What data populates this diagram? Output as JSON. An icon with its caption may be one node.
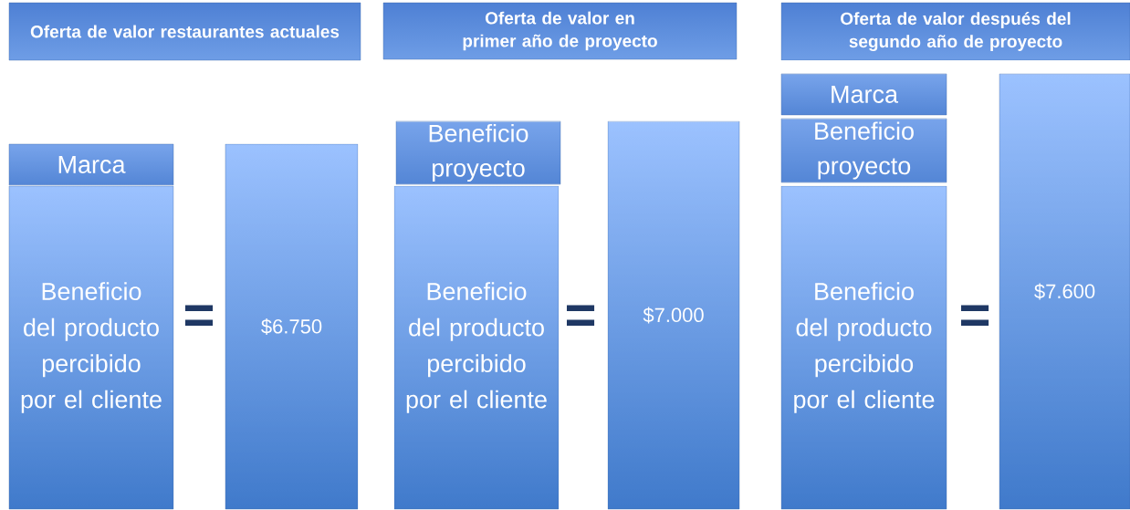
{
  "diagram": {
    "nodes": [
      {
        "text": [
          "Oferta de valor restaurantes actuales"
        ]
      },
      {
        "text": [
          "Marca"
        ]
      },
      {
        "text": [
          "Beneficio del producto percibido por el cliente"
        ]
      },
      {
        "text": [
          "$6.750"
        ]
      },
      {
        "text": [
          "Oferta de valor en primer año de proyecto"
        ]
      },
      {
        "text": [
          "Beneficio proyecto"
        ]
      },
      {
        "text": [
          "Beneficio del producto percibido por el cliente"
        ]
      },
      {
        "text": [
          "$7.000"
        ]
      },
      {
        "text": [
          "Oferta de valor después del segundo año de proyecto"
        ]
      },
      {
        "text": [
          "Marca"
        ]
      },
      {
        "text": [
          "Beneficio proyecto"
        ]
      },
      {
        "text": [
          "Beneficio del producto percibido por el cliente"
        ]
      },
      {
        "text": [
          "$7.600"
        ]
      }
    ],
    "labels": [
      "=",
      "=",
      "="
    ]
  }
}
